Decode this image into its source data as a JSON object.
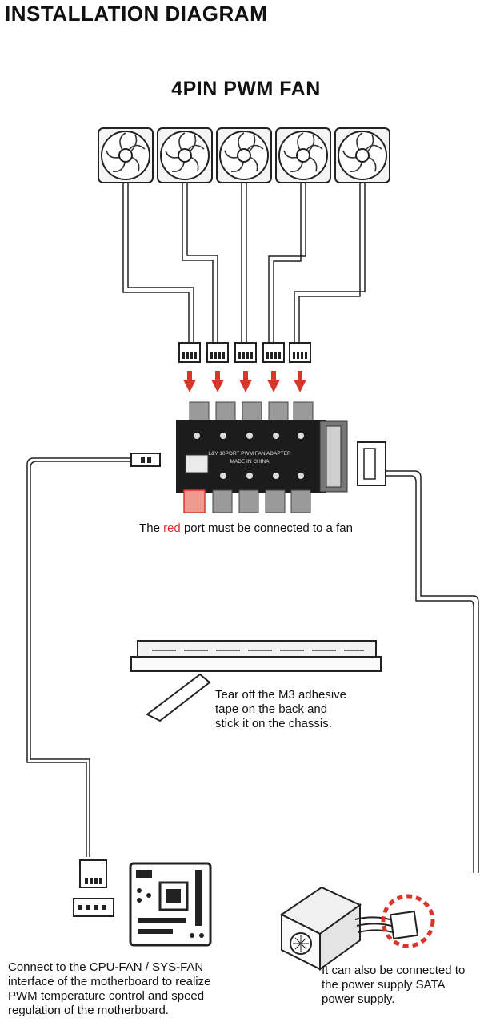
{
  "header": {
    "title": "INSTALLATION DIAGRAM",
    "subtitle": "4PIN PWM FAN"
  },
  "hub": {
    "label_line1": "L&Y 10PORT PWM FAN ADAPTER",
    "label_line2": "MADE IN CHINA"
  },
  "notes": {
    "red_port_before": "The ",
    "red_port_highlight": "red",
    "red_port_after": " port must be connected to a fan",
    "tape": [
      "Tear off the M3 adhesive",
      "tape on the back and",
      "stick it on the chassis."
    ],
    "motherboard": [
      "Connect to the CPU-FAN / SYS-FAN",
      "interface of the motherboard to realize",
      "PWM temperature control and speed",
      "regulation of the motherboard."
    ],
    "power": [
      "It can also be connected to",
      "the power supply SATA",
      "power supply."
    ]
  },
  "colors": {
    "accent_red": "#d8362b",
    "line": "#222222",
    "hub_body": "#1c1c1c"
  }
}
